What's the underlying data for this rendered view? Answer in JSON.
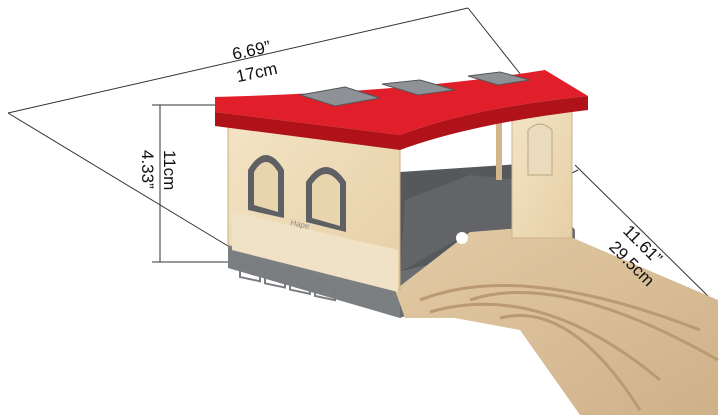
{
  "dimensions": {
    "width": {
      "inches": "6.69”",
      "cm": "17cm"
    },
    "height": {
      "inches": "4.33”",
      "cm": "11cm"
    },
    "depth": {
      "inches": "11.61”",
      "cm": "29.5cm"
    }
  },
  "product": {
    "logo": "Hape"
  },
  "colors": {
    "roof": "#e01f2a",
    "wood": "#efdcb8",
    "base": "#7c7f82",
    "track": "#dcc19a",
    "brick": "#7a7c80"
  }
}
